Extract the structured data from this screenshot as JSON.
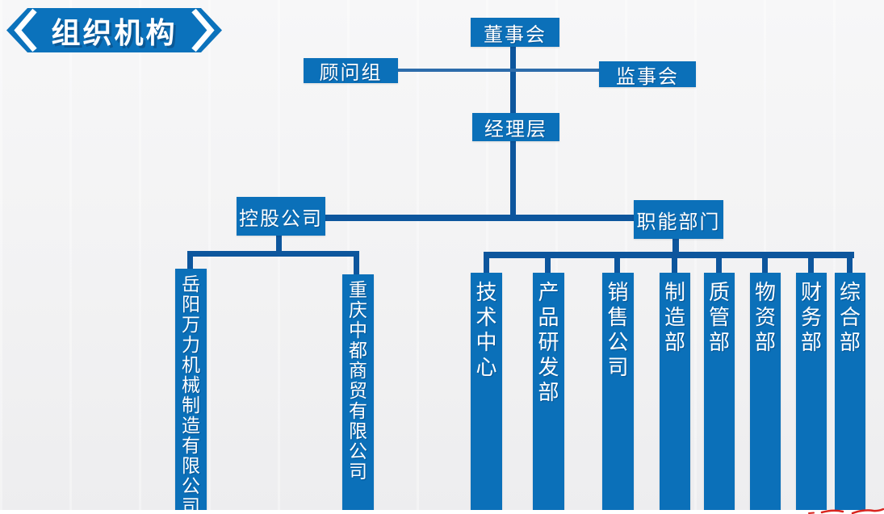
{
  "banner": {
    "title": "组织机构"
  },
  "org": {
    "board": "董事会",
    "advisory": "顾问组",
    "supervisory": "监事会",
    "management": "经理层",
    "holding": "控股公司",
    "functional": "职能部门",
    "subsidiaries": [
      "岳阳万力机械制造有限公司",
      "重庆中都商贸有限公司"
    ],
    "departments": [
      "技术中心",
      "产品研发部",
      "销售公司",
      "制造部",
      "质管部",
      "物资部",
      "财务部",
      "综合部"
    ]
  },
  "colors": {
    "node_blue": "#0b70b9",
    "banner_blue": "#0b72bc",
    "line_blue": "#0d569d",
    "line_light_blue": "#2d6cab",
    "text_white": "#ffffff",
    "red_ink": "#d9251f",
    "background": "#f2f2f3"
  }
}
